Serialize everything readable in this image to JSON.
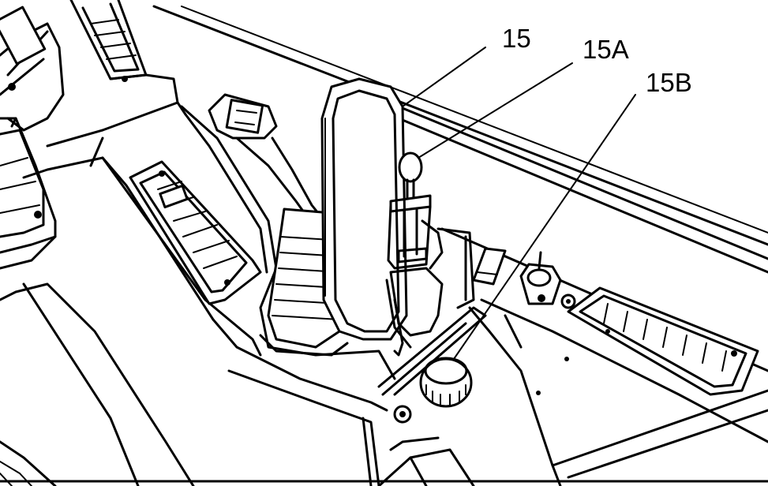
{
  "callouts": {
    "c15": "15",
    "c15a": "15A",
    "c15b": "15B"
  },
  "colors": {
    "line": "#000000",
    "background": "#ffffff"
  }
}
